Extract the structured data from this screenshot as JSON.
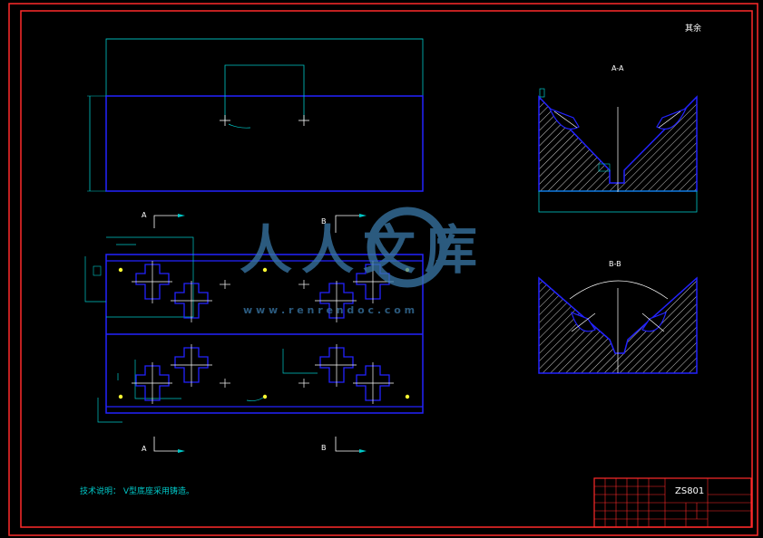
{
  "drawing": {
    "surface_note": "其余",
    "section_labels": {
      "aa_title": "A-A",
      "bb_title": "B-B",
      "a_top": "A",
      "b_top": "B",
      "a_bottom": "A",
      "b_bottom": "B"
    },
    "tech_note": "技术说明： V型底座采用铸造。",
    "title_block": {
      "drawing_code": "ZS801"
    },
    "watermark": {
      "name": "人人文库",
      "url": "w w w . r e n r e n d o c . c o m"
    },
    "colors": {
      "background": "#000000",
      "border": "#ff2a2a",
      "outline": "#2323ff",
      "dimension": "#00c8c8",
      "hatch": "#ffffff",
      "centerline": "#ffffff",
      "marker": "#ffff33",
      "watermark": "#3a78a8"
    }
  }
}
